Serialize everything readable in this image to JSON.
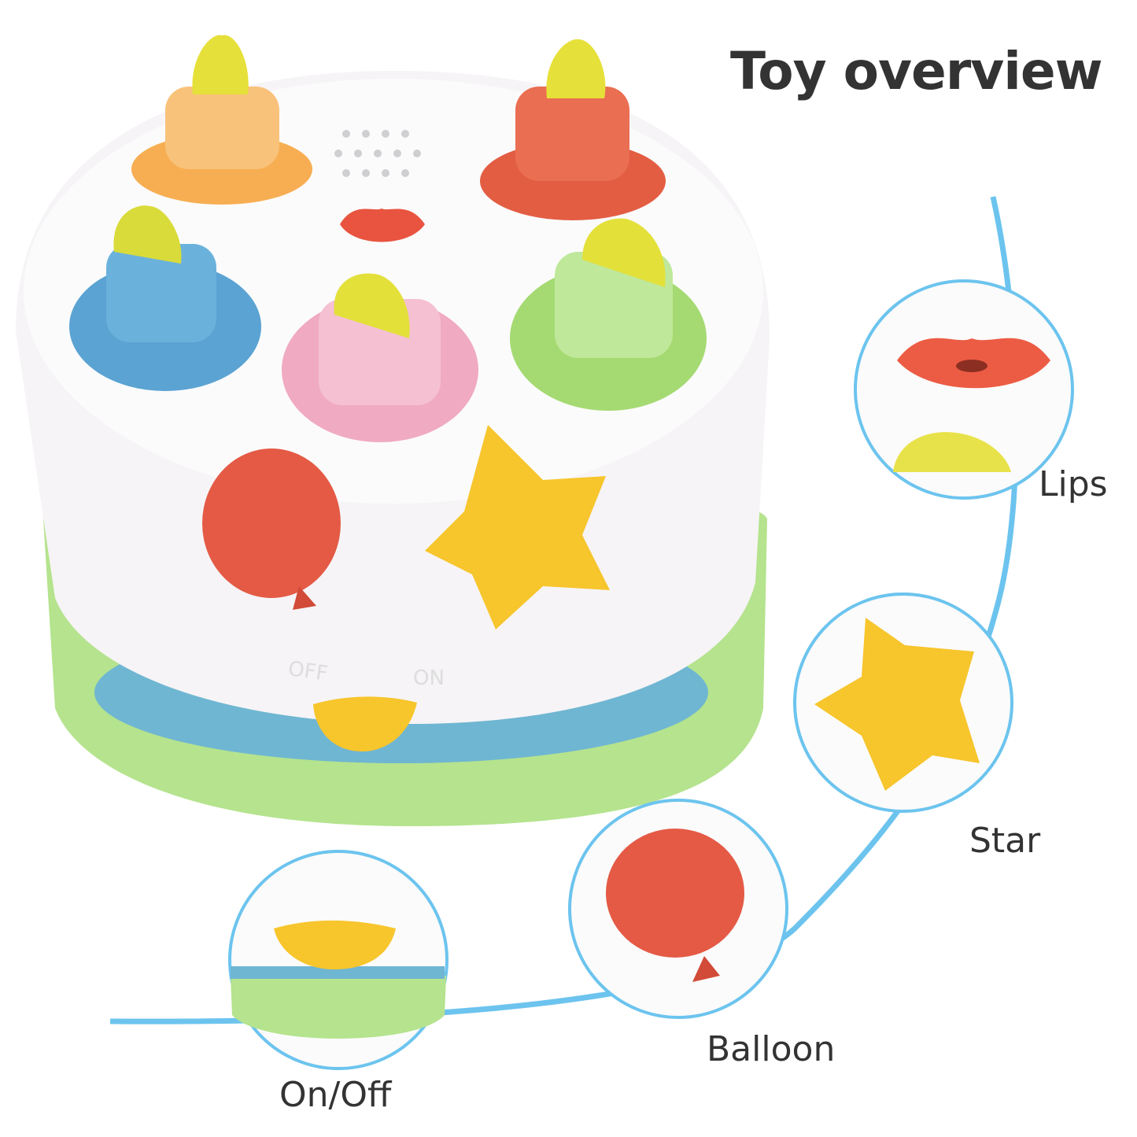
{
  "title": "Toy overview",
  "callouts": [
    {
      "label": "Lips"
    },
    {
      "label": "Star"
    },
    {
      "label": "Balloon"
    },
    {
      "label": "On/Off"
    }
  ],
  "toy_markings": {
    "off": "OFF",
    "on": "ON"
  },
  "colors": {
    "line": "#6cc4ee",
    "candle_orange": "#f9b860",
    "candle_red": "#e8654a",
    "candle_blue": "#5fa9d6",
    "candle_pink": "#f2b8cc",
    "candle_green": "#a9de7c",
    "flame": "#e6e03a",
    "star": "#f7c52c",
    "balloon": "#e45a45",
    "base_green": "#b5e38e"
  }
}
